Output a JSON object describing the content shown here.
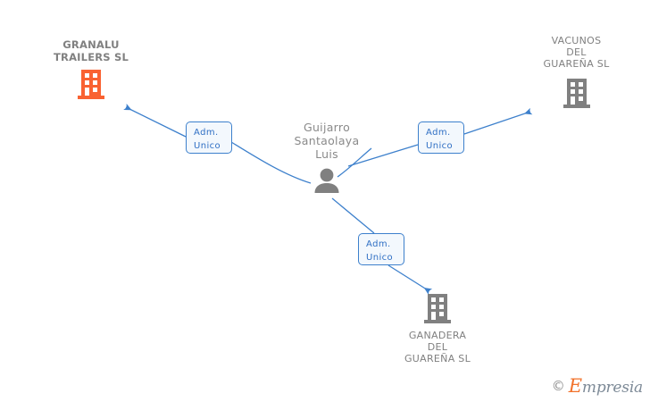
{
  "graph": {
    "type": "relationship-diagram",
    "background": "#ffffff",
    "accent_blue": "#3d80cc",
    "company_orange": "#f96232",
    "company_gray": "#808080",
    "nodes": [
      {
        "id": "granalu",
        "label": "GRANALU\nTRAILERS SL",
        "kind": "company",
        "icon": "building-icon",
        "color": "#f96232"
      },
      {
        "id": "vacunos",
        "label": "VACUNOS\nDEL\nGUAREÑA SL",
        "kind": "company",
        "icon": "building-icon",
        "color": "#808080"
      },
      {
        "id": "ganadera",
        "label": "GANADERA\nDEL\nGUAREÑA SL",
        "kind": "company",
        "icon": "building-icon",
        "color": "#808080"
      },
      {
        "id": "person",
        "label": "Guijarro\nSantaolaya\nLuis",
        "kind": "person",
        "icon": "person-icon",
        "color": "#808080"
      }
    ],
    "edges": [
      {
        "id": "edge-granalu",
        "from": "person",
        "to": "granalu",
        "label": "Adm.\nUnico"
      },
      {
        "id": "edge-vacunos",
        "from": "person",
        "to": "vacunos",
        "label": "Adm.\nUnico"
      },
      {
        "id": "edge-ganadera",
        "from": "person",
        "to": "ganadera",
        "label": "Adm.\nUnico"
      }
    ]
  },
  "watermark": {
    "copyright": "©",
    "brand_cap": "E",
    "brand_rest": "mpresia"
  }
}
